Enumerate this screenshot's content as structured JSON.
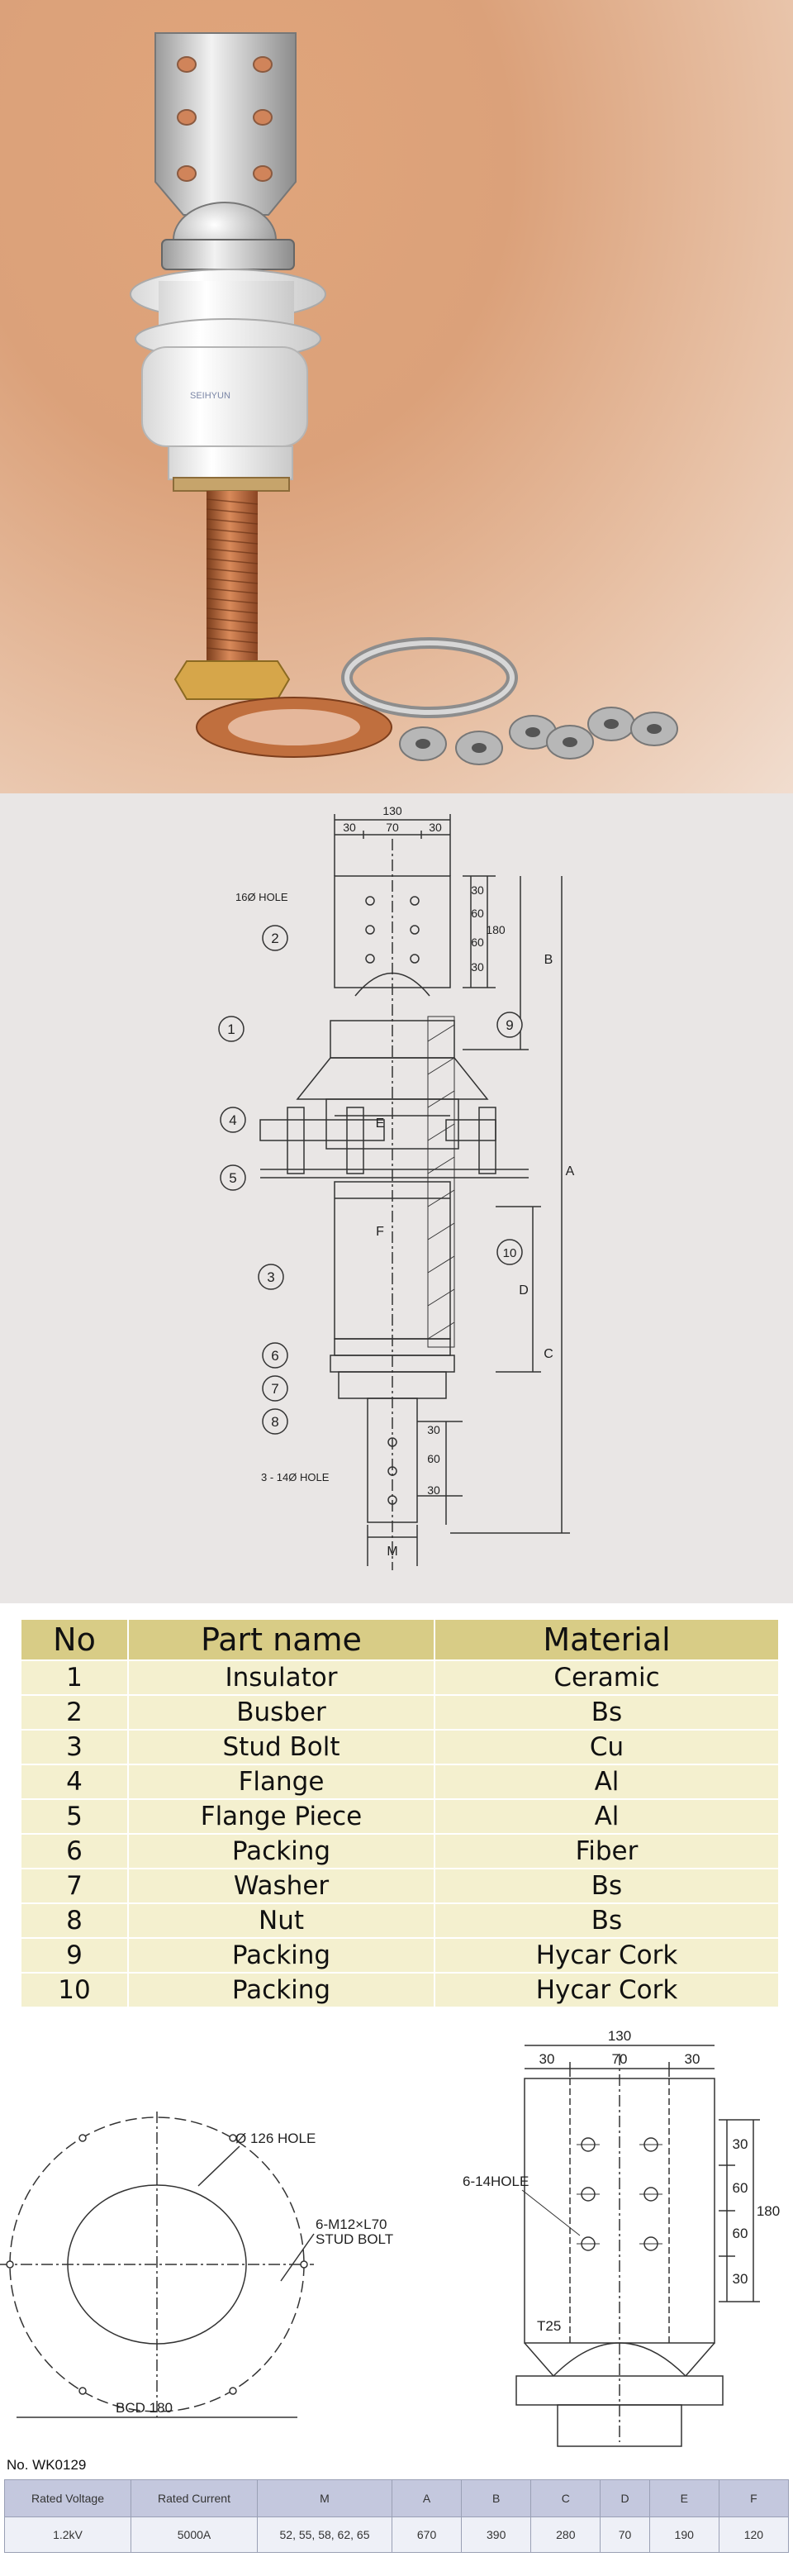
{
  "photo": {
    "product_image": "bus-duct terminal bushing with copper stud, gasket, flange ring and nuts",
    "brand_mark": "SEIHYUN"
  },
  "drawing": {
    "dims": {
      "top_width": "130",
      "top_seg1": "30",
      "top_seg2": "70",
      "top_seg3": "30",
      "right_1": "30",
      "right_2": "60",
      "right_3": "60",
      "right_4": "30",
      "right_total": "180",
      "bottom_1": "30",
      "bottom_2": "60",
      "bottom_3": "30",
      "letter_a": "A",
      "letter_b": "B",
      "letter_c": "C",
      "letter_d": "D",
      "letter_e": "E",
      "letter_f": "F",
      "letter_m": "M"
    },
    "hole_top": "16Ø HOLE",
    "hole_bottom": "3 - 14Ø HOLE",
    "balloons": [
      "1",
      "2",
      "3",
      "4",
      "5",
      "6",
      "7",
      "8",
      "9",
      "10"
    ]
  },
  "parts_table": {
    "headers": [
      "No",
      "Part name",
      "Material"
    ],
    "rows": [
      [
        "1",
        "Insulator",
        "Ceramic"
      ],
      [
        "2",
        "Busber",
        "Bs"
      ],
      [
        "3",
        "Stud Bolt",
        "Cu"
      ],
      [
        "4",
        "Flange",
        "Al"
      ],
      [
        "5",
        "Flange Piece",
        "Al"
      ],
      [
        "6",
        "Packing",
        "Fiber"
      ],
      [
        "7",
        "Washer",
        "Bs"
      ],
      [
        "8",
        "Nut",
        "Bs"
      ],
      [
        "9",
        "Packing",
        "Hycar Cork"
      ],
      [
        "10",
        "Packing",
        "Hycar Cork"
      ]
    ]
  },
  "bottom": {
    "hole_126": "Ø 126 HOLE",
    "stud_line1": "6-M12×L70",
    "stud_line2": "STUD BOLT",
    "bcd": "BCD 180",
    "top_width": "130",
    "seg1": "30",
    "seg2": "70",
    "seg3": "30",
    "hole_label": "6-14HOLE",
    "t25": "T25",
    "v1": "30",
    "v2": "60",
    "v3": "60",
    "v4": "30",
    "v_total": "180"
  },
  "rating": {
    "code": "No. WK0129",
    "headers": [
      "Rated Voltage",
      "Rated Current",
      "M",
      "A",
      "B",
      "C",
      "D",
      "E",
      "F"
    ],
    "row": [
      "1.2kV",
      "5000A",
      "52, 55, 58, 62, 65",
      "670",
      "390",
      "280",
      "70",
      "190",
      "120"
    ]
  },
  "colors": {
    "photo_bg": "#dba17a",
    "drawing_bg": "#e9e6e5",
    "table_header": "#d8cc86",
    "table_row": "#f4f0cf",
    "rating_header": "#c4c8de",
    "copper": "#b8643a"
  }
}
